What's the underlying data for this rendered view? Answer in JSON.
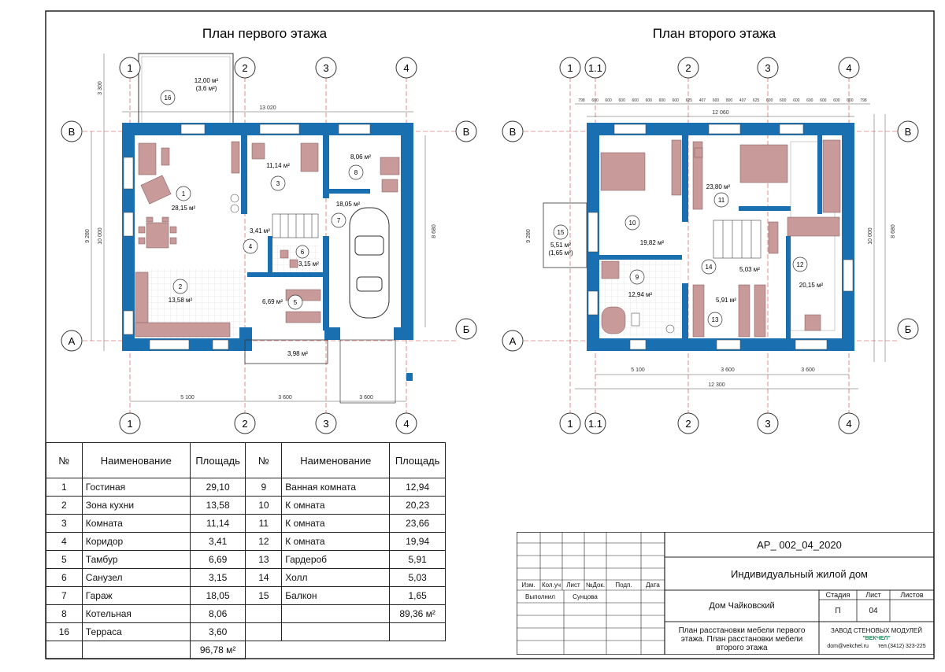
{
  "floor1": {
    "title": "План первого этажа",
    "axes_top": [
      "1",
      "2",
      "3",
      "4"
    ],
    "axes_side": [
      "В",
      "А"
    ],
    "dims": {
      "top": "13 020",
      "height1": "9 280",
      "height2": "10 000",
      "right": "8 680",
      "bottom1": "5 100",
      "bottom2": "3 600",
      "bottom3": "3 600",
      "terrace_v": "3 300"
    },
    "rooms": [
      {
        "no": "1",
        "area": "28,15 м²"
      },
      {
        "no": "2",
        "area": "13,58 м²"
      },
      {
        "no": "3",
        "area": "11,14 м²"
      },
      {
        "no": "4",
        "area": "3,41 м²"
      },
      {
        "no": "5",
        "area": "6,69 м²"
      },
      {
        "no": "6",
        "area": "3,15 м²"
      },
      {
        "no": "7",
        "area": "18,05 м²"
      },
      {
        "no": "8",
        "area": "8,06 м²"
      },
      {
        "no": "16",
        "area": "12,00 м²",
        "sub": "(3,6 м²)"
      }
    ],
    "porch_area": "3,98 м²"
  },
  "floor2": {
    "title": "План второго этажа",
    "axes_top": [
      "1",
      "1.1",
      "2",
      "3",
      "4"
    ],
    "axes_side": [
      "В",
      "А"
    ],
    "side_right": [
      "В",
      "Б"
    ],
    "dims": {
      "top": "12 060",
      "height1": "9 280",
      "right1": "10 000",
      "right2": "8 680",
      "bottom1": "5 100",
      "bottom2": "3 600",
      "bottom3": "3 600",
      "bottom_total": "12 300"
    },
    "modules": [
      "798",
      "600",
      "600",
      "600",
      "600",
      "600",
      "600",
      "600",
      "625",
      "407",
      "600",
      "800",
      "407",
      "625",
      "600",
      "600",
      "600",
      "600",
      "600",
      "600",
      "600",
      "798"
    ],
    "rooms": [
      {
        "no": "9",
        "area": "12,94 м²"
      },
      {
        "no": "10",
        "area": "19,82 м²"
      },
      {
        "no": "11",
        "area": "23,80 м²"
      },
      {
        "no": "12",
        "area": "20,15 м²"
      },
      {
        "no": "13",
        "area": "5,91 м²"
      },
      {
        "no": "14",
        "area": "5,03 м²"
      },
      {
        "no": "15",
        "area": "5,51 м²",
        "sub": "(1,65 м²)"
      }
    ]
  },
  "table_left": {
    "headers": [
      "№",
      "Наименование",
      "Площадь"
    ],
    "rows": [
      [
        "1",
        "Гостиная",
        "29,10"
      ],
      [
        "2",
        "Зона кухни",
        "13,58"
      ],
      [
        "3",
        "Комната",
        "11,14"
      ],
      [
        "4",
        "Коридор",
        "3,41"
      ],
      [
        "5",
        "Тамбур",
        "6,69"
      ],
      [
        "6",
        "Санузел",
        "3,15"
      ],
      [
        "7",
        "Гараж",
        "18,05"
      ],
      [
        "8",
        "Котельная",
        "8,06"
      ],
      [
        "16",
        "Терраса",
        "3,60"
      ]
    ],
    "total": "96,78 м²"
  },
  "table_right": {
    "headers": [
      "№",
      "Наименование",
      "Площадь"
    ],
    "rows": [
      [
        "9",
        "Ванная комната",
        "12,94"
      ],
      [
        "10",
        "К омната",
        "20,23"
      ],
      [
        "11",
        "К омната",
        "23,66"
      ],
      [
        "12",
        "К омната",
        "19,94"
      ],
      [
        "13",
        "Гардероб",
        "5,91"
      ],
      [
        "14",
        "Холл",
        "5,03"
      ],
      [
        "15",
        "Балкон",
        "1,65"
      ]
    ],
    "total": "89,36 м²"
  },
  "stamp": {
    "code": "АР_ 002_04_2020",
    "project": "Индивидуальный жилой дом",
    "object": "Дом Чайковский",
    "sheet_title_1": "План расстановки мебели первого",
    "sheet_title_2": "этажа. План расстановки мебели",
    "sheet_title_3": "второго этажа",
    "cols": [
      "Изм.",
      "Кол.уч",
      "Лист",
      "№Док.",
      "Подп.",
      "Дата"
    ],
    "performed": "Выполнил",
    "performer": "Сунцова",
    "stage_h": "Стадия",
    "sheet_h": "Лист",
    "sheets_h": "Листов",
    "stage": "П",
    "sheet": "04",
    "company": "ЗАВОД СТЕНОВЫХ МОДУЛЕЙ",
    "brand": "\"ВЕКЧЕЛ\"",
    "email": "dom@vekchel.ru",
    "phone": "тел.(3412) 323-225"
  },
  "colors": {
    "wall": "#1a6fb0",
    "furniture": "#c99a9a",
    "axis": "#d04040"
  }
}
